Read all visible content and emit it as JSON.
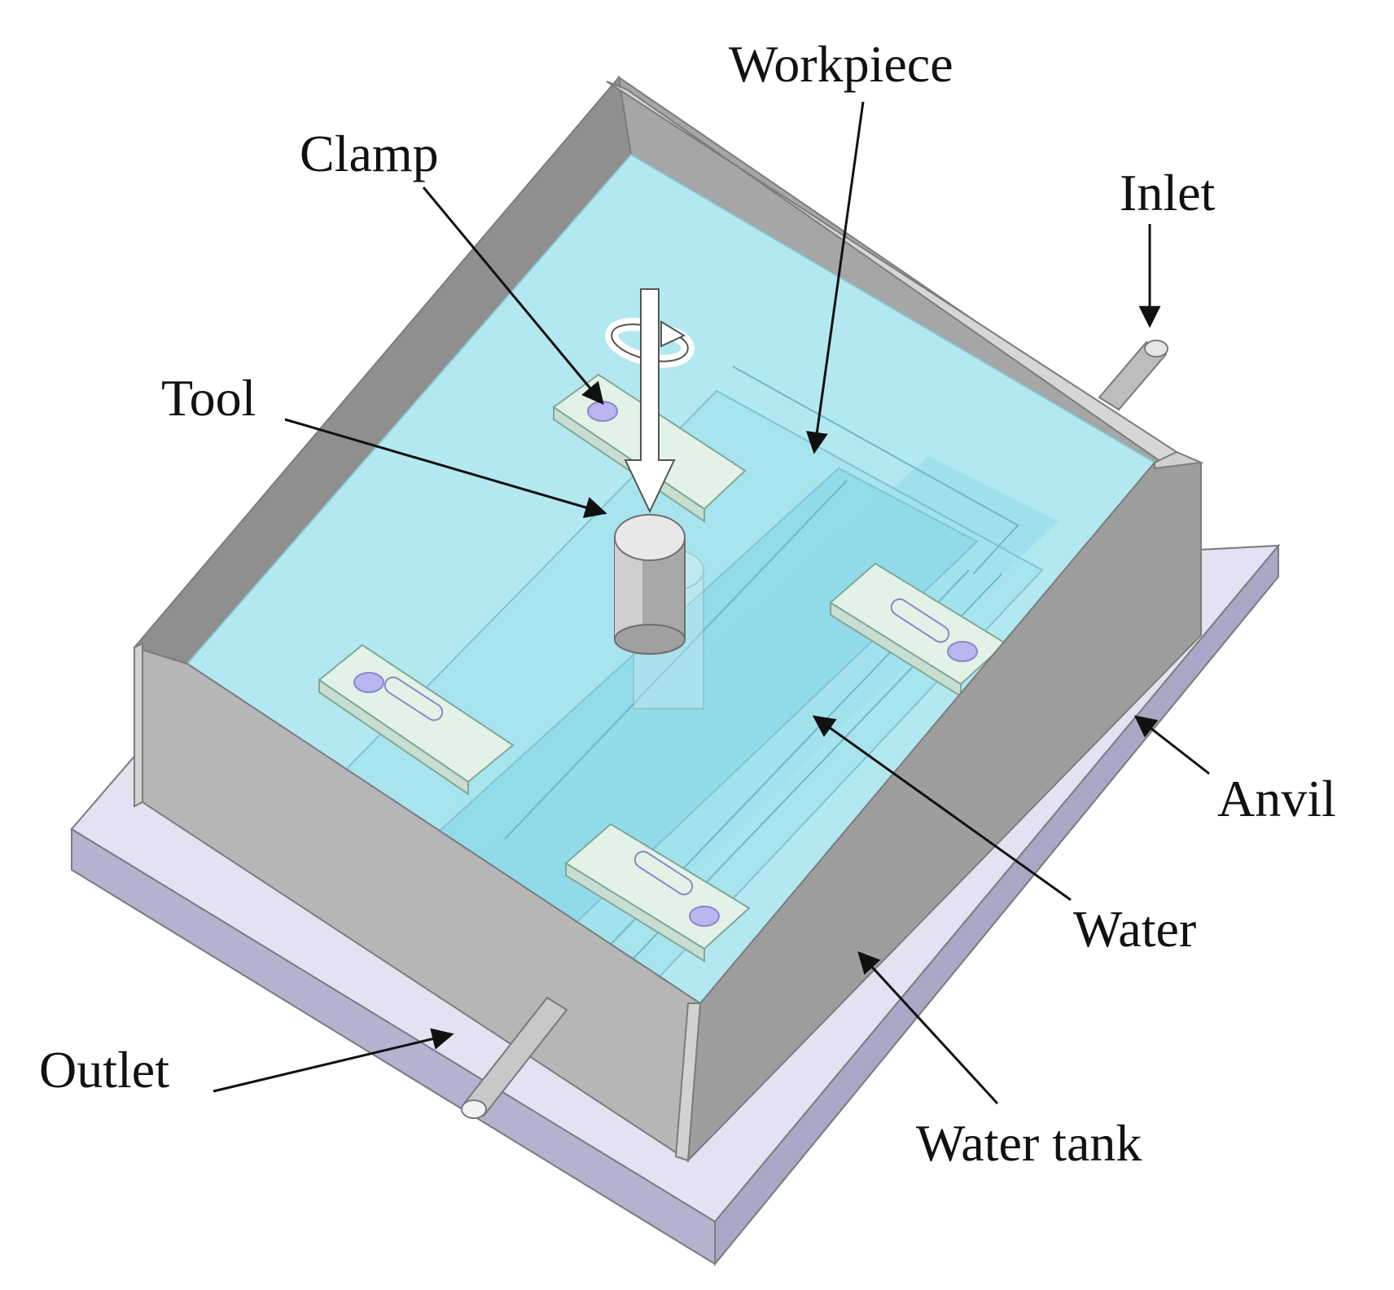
{
  "labels": {
    "workpiece": "Workpiece",
    "clamp": "Clamp",
    "inlet": "Inlet",
    "tool": "Tool",
    "anvil": "Anvil",
    "water": "Water",
    "outlet": "Outlet",
    "water_tank": "Water tank"
  },
  "colors": {
    "water": "#aee6ee",
    "water_deep": "#7fd6e6",
    "tank_wall": "#b9b9b9",
    "tank_wall_dark": "#9a9a9a",
    "anvil": "#dcdcf0",
    "clamp": "#e4f2e8",
    "clamp_bolt": "#b9b6f0",
    "label": "#111111"
  },
  "icons": [
    "rotation-arrow-icon",
    "down-arrow-icon"
  ]
}
